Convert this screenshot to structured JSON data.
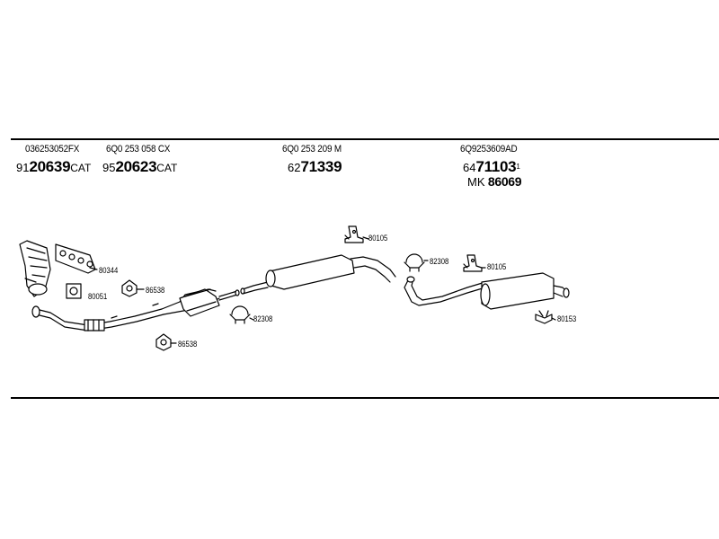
{
  "header": {
    "oem_numbers": [
      "036253052FX",
      "6Q0 253 058 CX",
      "6Q0 253 209 M",
      "6Q9253609AD"
    ],
    "parts": [
      {
        "prefix": "91",
        "number": "20639",
        "suffix": "CAT",
        "sup": ""
      },
      {
        "prefix": "95",
        "number": "20623",
        "suffix": "CAT",
        "sup": ""
      },
      {
        "prefix": "62",
        "number": "71339",
        "suffix": "",
        "sup": ""
      },
      {
        "prefix": "64",
        "number": "71103",
        "suffix": "",
        "sup": "1"
      }
    ],
    "kit": {
      "prefix": "MK",
      "number": "86069"
    }
  },
  "labels": {
    "gasket_80344": "80344",
    "gasket_80051": "80051",
    "mount_86538_top": "86538",
    "mount_86538_bottom": "86538",
    "clamp_82308_left": "82308",
    "hanger_80105_mid": "80105",
    "clamp_82308_right": "82308",
    "hanger_80105_right": "80105",
    "hanger_80153": "80153"
  }
}
